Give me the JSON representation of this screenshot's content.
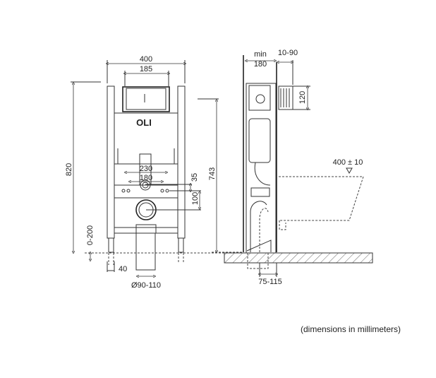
{
  "front_view": {
    "logo": "OLI",
    "dims": {
      "width_total": "400",
      "plate_width": "185",
      "height_total": "820",
      "height_743": "743",
      "bolt_outer": "230",
      "bolt_inner": "180",
      "bolt_offset": "35",
      "drain_offset": "100",
      "foot_adjust": "0-200",
      "foot_width": "40",
      "pipe_diameter": "Ø90-110"
    }
  },
  "side_view": {
    "dims": {
      "min_label": "min",
      "min_depth": "180",
      "wall_gap": "10-90",
      "flush_height": "120",
      "seat_height": "400 ± 10",
      "drain_range": "75-115"
    }
  },
  "note": "(dimensions in millimeters)"
}
